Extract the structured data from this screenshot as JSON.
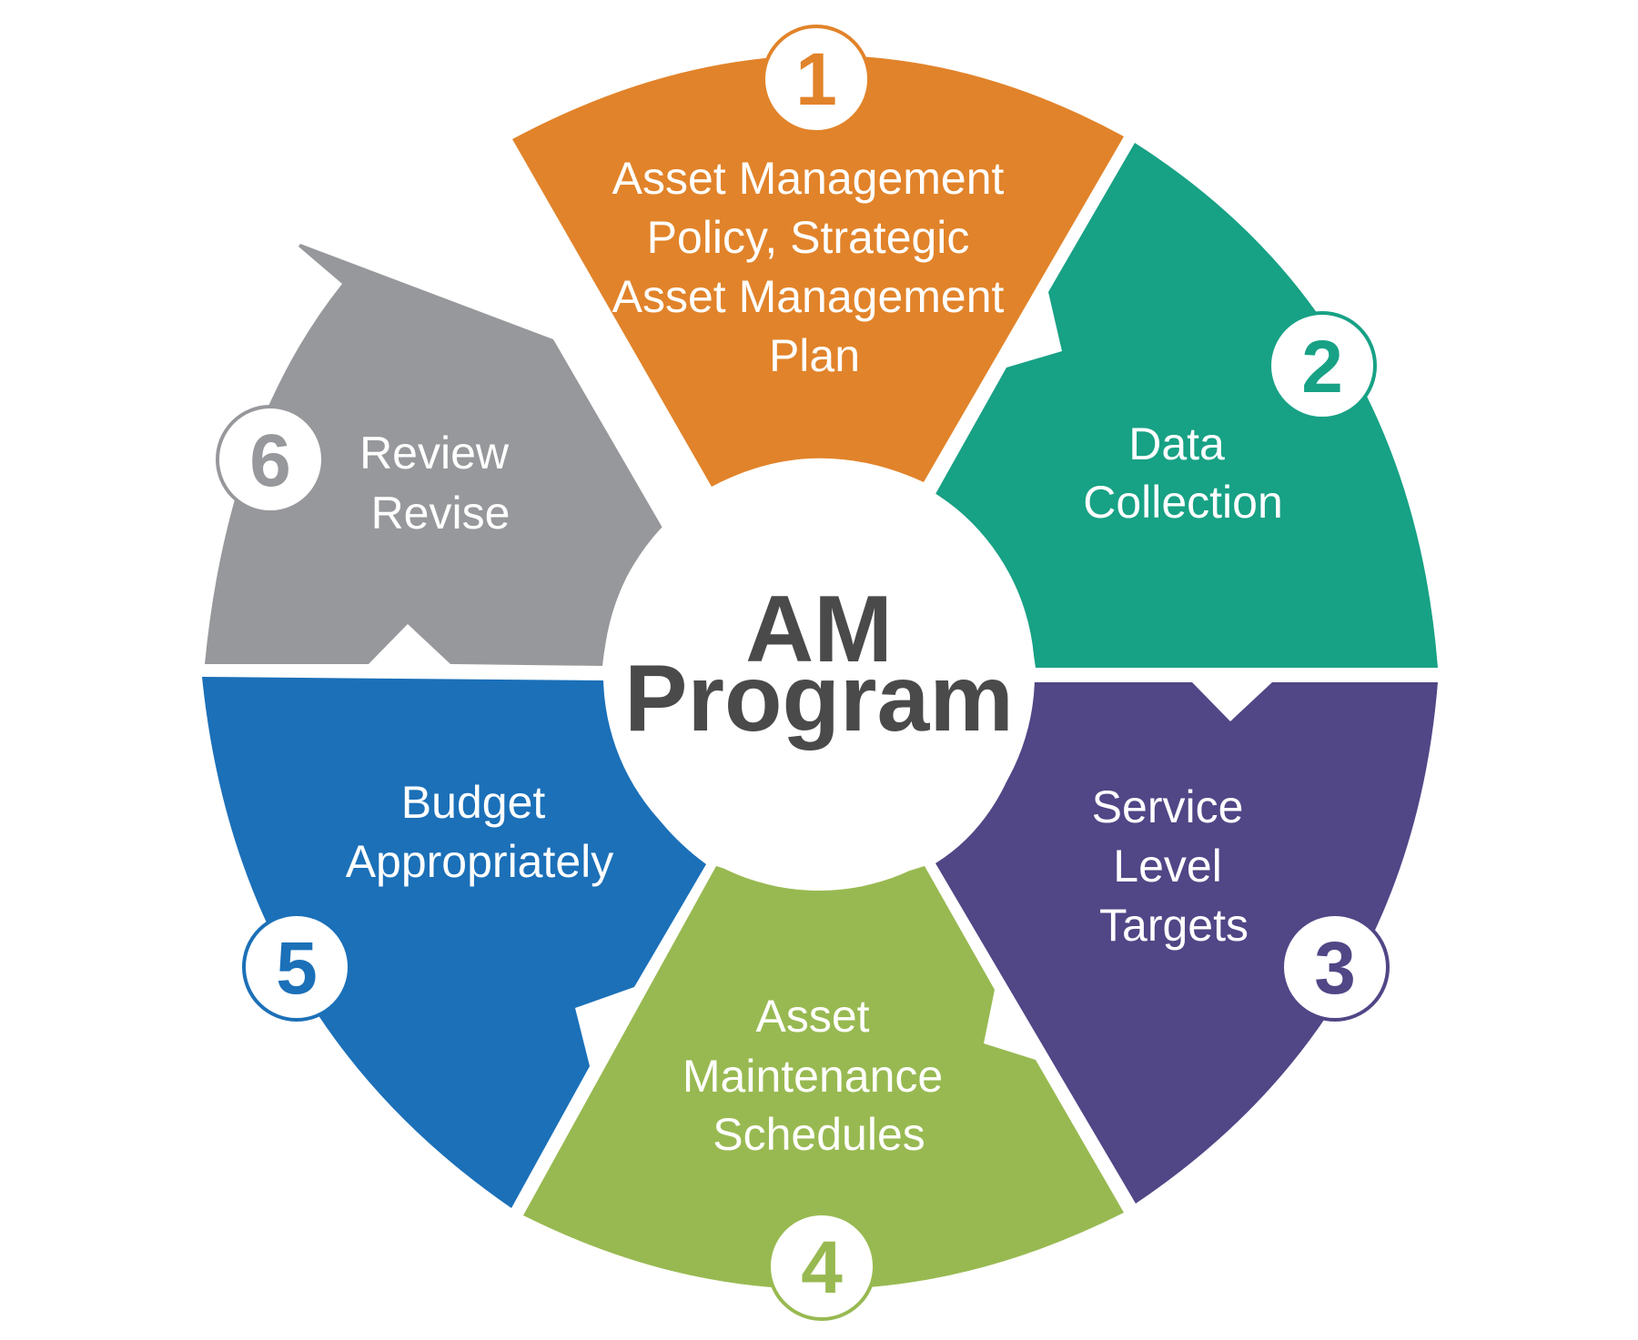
{
  "center": {
    "line1": "AM",
    "line2": "Program"
  },
  "segments": [
    {
      "number": "1",
      "color": "#e1832a",
      "lines": [
        "Asset Management",
        "Policy, Strategic",
        "Asset Management",
        "Plan"
      ]
    },
    {
      "number": "2",
      "color": "#17a185",
      "lines": [
        "Data",
        "Collection"
      ]
    },
    {
      "number": "3",
      "color": "#514686",
      "lines": [
        "Service",
        "Level",
        "Targets"
      ]
    },
    {
      "number": "4",
      "color": "#98b951",
      "lines": [
        "Asset",
        "Maintenance",
        "Schedules"
      ]
    },
    {
      "number": "5",
      "color": "#1b70b8",
      "lines": [
        "Budget",
        "Appropriately"
      ]
    },
    {
      "number": "6",
      "color": "#97989b",
      "lines": [
        "Review",
        "Revise"
      ]
    }
  ]
}
